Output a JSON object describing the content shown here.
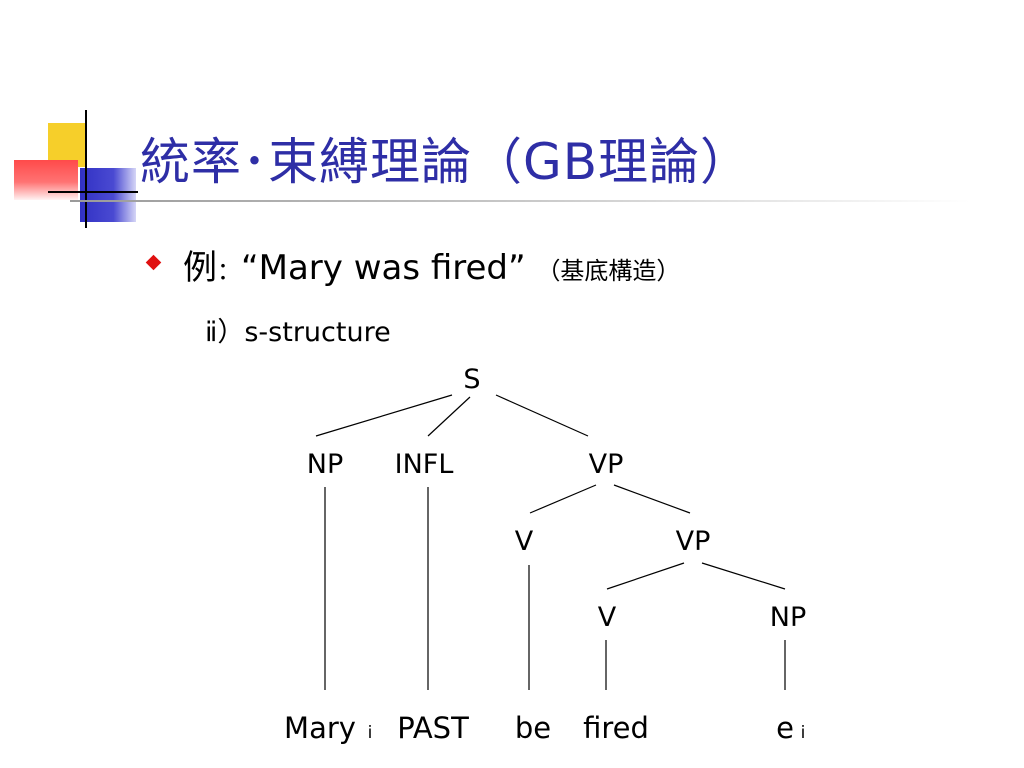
{
  "slide": {
    "title": "統率･束縛理論（GB理論）",
    "bullet": {
      "prefix": "例",
      "colon": "：",
      "quote": "“Mary was fired”",
      "note": "（基底構造）"
    },
    "sub_label": "ⅱ）s-structure",
    "colors": {
      "title": "#2e2ea6",
      "bullet": "#e01010"
    }
  },
  "tree": {
    "nodes": {
      "s": "S",
      "np1": "NP",
      "infl": "INFL",
      "vp1": "VP",
      "v1": "V",
      "vp2": "VP",
      "v2": "V",
      "np2": "NP"
    },
    "leaves": {
      "mary": "Mary",
      "mary_index": "i",
      "past": "PAST",
      "be": "be",
      "fired": "fired",
      "e": "e",
      "e_index": "i"
    }
  }
}
